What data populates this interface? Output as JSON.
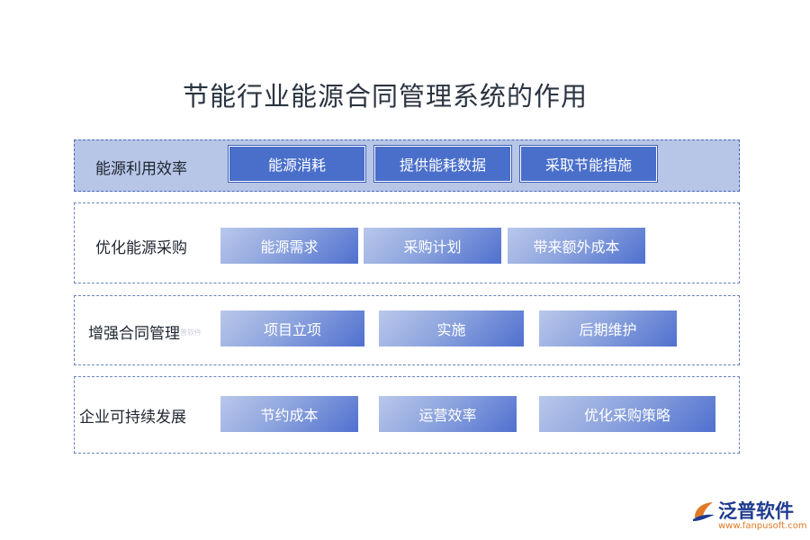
{
  "title": "节能行业能源合同管理系统的作用",
  "rows": [
    {
      "label": "能源利用效率",
      "items": [
        "能源消耗",
        "提供能耗数据",
        "采取节能措施"
      ]
    },
    {
      "label": "优化能源采购",
      "items": [
        "能源需求",
        "采购计划",
        "带来额外成本"
      ]
    },
    {
      "label": "增强合同管理",
      "items": [
        "项目立项",
        "实施",
        "后期维护"
      ]
    },
    {
      "label": "企业可持续发展",
      "items": [
        "节约成本",
        "运营效率",
        "优化采购策略"
      ]
    }
  ],
  "watermark": "泛普软件",
  "logo": {
    "name": "泛普软件",
    "url": "www.fanpusoft.com"
  },
  "colors": {
    "accent": "#4a6fcb",
    "highlight_row": "#b7c6e7",
    "border": "#6a82c2"
  }
}
